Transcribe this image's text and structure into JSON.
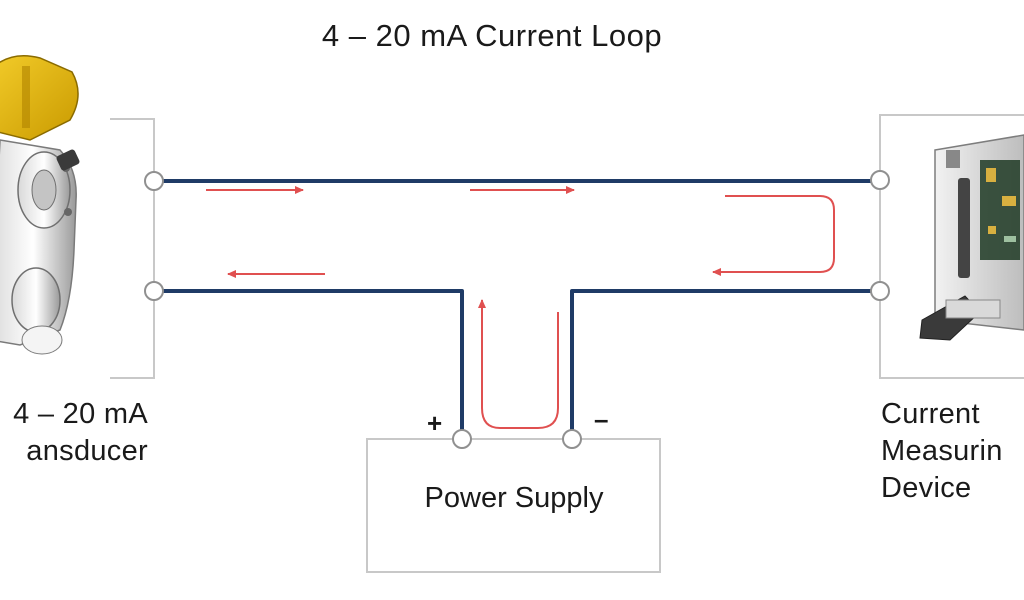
{
  "title": "4 – 20 mA Current Loop",
  "transducer": {
    "label_line1": "4 – 20 mA",
    "label_line2": "ansducer",
    "icon": "pressure-transducer-icon"
  },
  "measuring_device": {
    "label_line1": "Current",
    "label_line2": "Measurin",
    "label_line3": "Device",
    "icon": "daq-card-icon"
  },
  "power_supply": {
    "label": "Power Supply",
    "plus": "+",
    "minus": "–"
  },
  "colors": {
    "wire": "#1f3b66",
    "current_arrow": "#e05050",
    "box_outline": "#c8c8c8",
    "transducer_body": "#e8b400"
  }
}
